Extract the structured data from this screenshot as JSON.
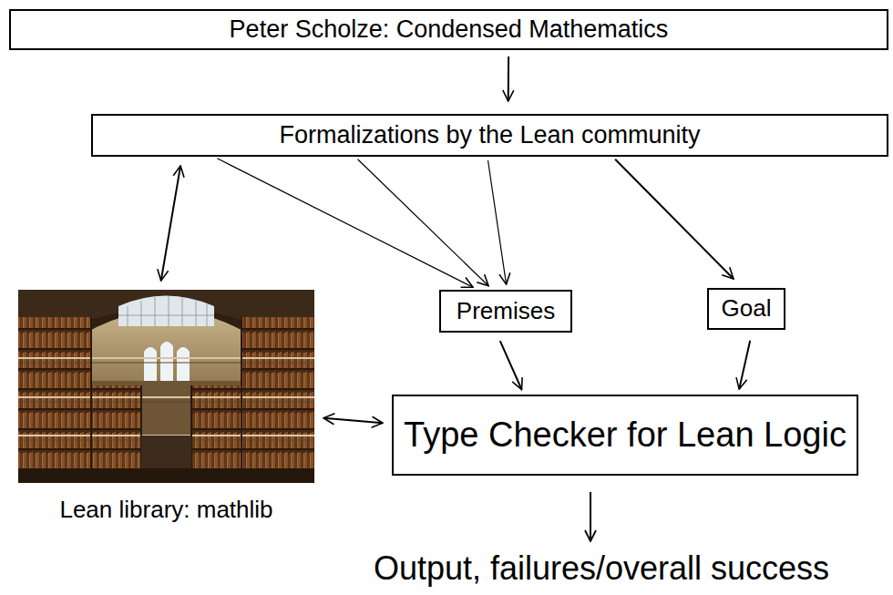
{
  "diagram": {
    "nodes": [
      {
        "text": [
          "Peter Scholze: Condensed Mathematics"
        ]
      },
      {
        "text": [
          "Formalizations by the Lean community"
        ]
      },
      {
        "text": [
          "Lean library: mathlib"
        ]
      },
      {
        "text": [
          "Premises"
        ]
      },
      {
        "text": [
          "Goal"
        ]
      },
      {
        "text": [
          "Type Checker for Lean Logic"
        ]
      }
    ],
    "edges": [
      {
        "from": 0,
        "to": 1,
        "arrow": "to"
      },
      {
        "from": 1,
        "to": 2,
        "arrow": "both"
      },
      {
        "from": 1,
        "to": 3,
        "arrow": "to"
      },
      {
        "from": 1,
        "to": 3,
        "arrow": "to"
      },
      {
        "from": 1,
        "to": 3,
        "arrow": "to"
      },
      {
        "from": 1,
        "to": 4,
        "arrow": "to"
      },
      {
        "from": 3,
        "to": 5,
        "arrow": "to"
      },
      {
        "from": 4,
        "to": 5,
        "arrow": "to"
      },
      {
        "from": 2,
        "to": 5,
        "arrow": "both"
      }
    ],
    "labels": [
      "Output, failures/overall success"
    ]
  }
}
